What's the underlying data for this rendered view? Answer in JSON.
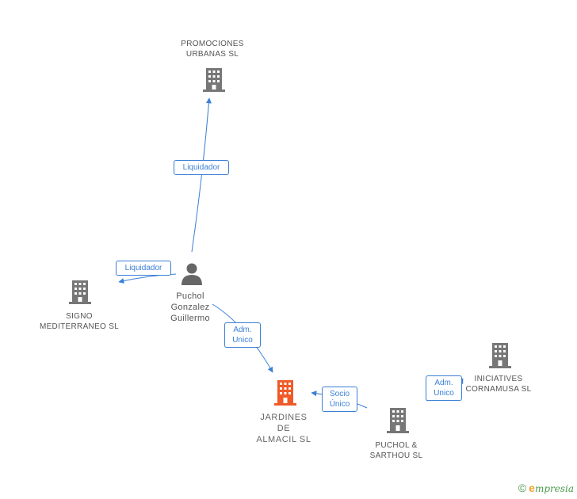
{
  "colors": {
    "edge": "#3a7fd5",
    "company_icon": "#777777",
    "focus_icon": "#f05a28",
    "person_icon": "#666666"
  },
  "nodes": {
    "promociones": {
      "lines": [
        "PROMOCIONES",
        "URBANAS SL"
      ],
      "icon": "building-icon"
    },
    "signo": {
      "lines": [
        "SIGNO",
        "MEDITERRANEO SL"
      ],
      "icon": "building-icon"
    },
    "puchol_person": {
      "lines": [
        "Puchol",
        "Gonzalez",
        "Guillermo"
      ],
      "icon": "person-icon"
    },
    "jardines": {
      "lines": [
        "JARDINES",
        "DE",
        "ALMACIL SL"
      ],
      "icon": "building-icon"
    },
    "iniciatives": {
      "lines": [
        "INICIATIVES",
        "CORNAMUSA SL"
      ],
      "icon": "building-icon"
    },
    "puchol_sarthou": {
      "lines": [
        "PUCHOL &",
        "SARTHOU  SL"
      ],
      "icon": "building-icon"
    }
  },
  "edges": {
    "e1": {
      "lines": [
        "Liquidador"
      ]
    },
    "e2": {
      "lines": [
        "Liquidador"
      ]
    },
    "e3": {
      "lines": [
        "Adm.",
        "Unico"
      ]
    },
    "e4": {
      "lines": [
        "Socio",
        "Único"
      ]
    },
    "e5": {
      "lines": [
        "Adm.",
        "Unico"
      ]
    }
  },
  "footer": {
    "copyright": "©",
    "brand_initial": "e",
    "brand_rest": "mpresia"
  }
}
